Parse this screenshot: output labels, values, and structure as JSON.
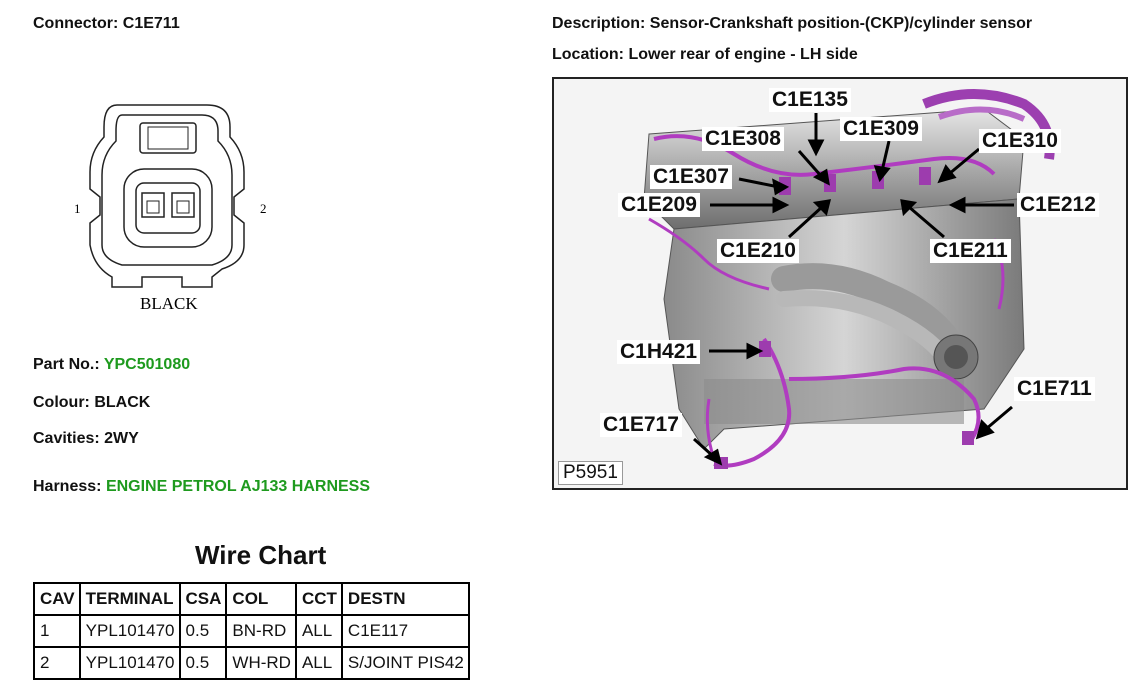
{
  "connector": {
    "label": "Connector:",
    "value": "C1E711"
  },
  "description": {
    "label": "Description:",
    "value": "Sensor-Crankshaft position-(CKP)/cylinder sensor"
  },
  "location": {
    "label": "Location:",
    "value": "Lower rear of engine - LH side"
  },
  "drawing": {
    "pin_left": "1",
    "pin_right": "2",
    "colour_text": "BLACK"
  },
  "part_no": {
    "label": "Part No.:",
    "value": "YPC501080"
  },
  "colour": {
    "label": "Colour:",
    "value": "BLACK"
  },
  "cavities": {
    "label": "Cavities:",
    "value": "2WY"
  },
  "harness": {
    "label": "Harness:",
    "value": "ENGINE PETROL AJ133 HARNESS"
  },
  "wire_chart": {
    "title": "Wire Chart",
    "headers": [
      "CAV",
      "TERMINAL",
      "CSA",
      "COL",
      "CCT",
      "DESTN"
    ],
    "rows": [
      [
        "1",
        "YPL101470",
        "0.5",
        "BN-RD",
        "ALL",
        "C1E117"
      ],
      [
        "2",
        "YPL101470",
        "0.5",
        "WH-RD",
        "ALL",
        "S/JOINT PIS42"
      ]
    ]
  },
  "photo": {
    "number": "P5951",
    "callouts": [
      "C1E135",
      "C1E308",
      "C1E309",
      "C1E310",
      "C1E307",
      "C1E209",
      "C1E212",
      "C1E210",
      "C1E211",
      "C1H421",
      "C1E711",
      "C1E717"
    ]
  },
  "colors": {
    "harness": "#b03cc0",
    "label_green": "#1e9a1e"
  }
}
